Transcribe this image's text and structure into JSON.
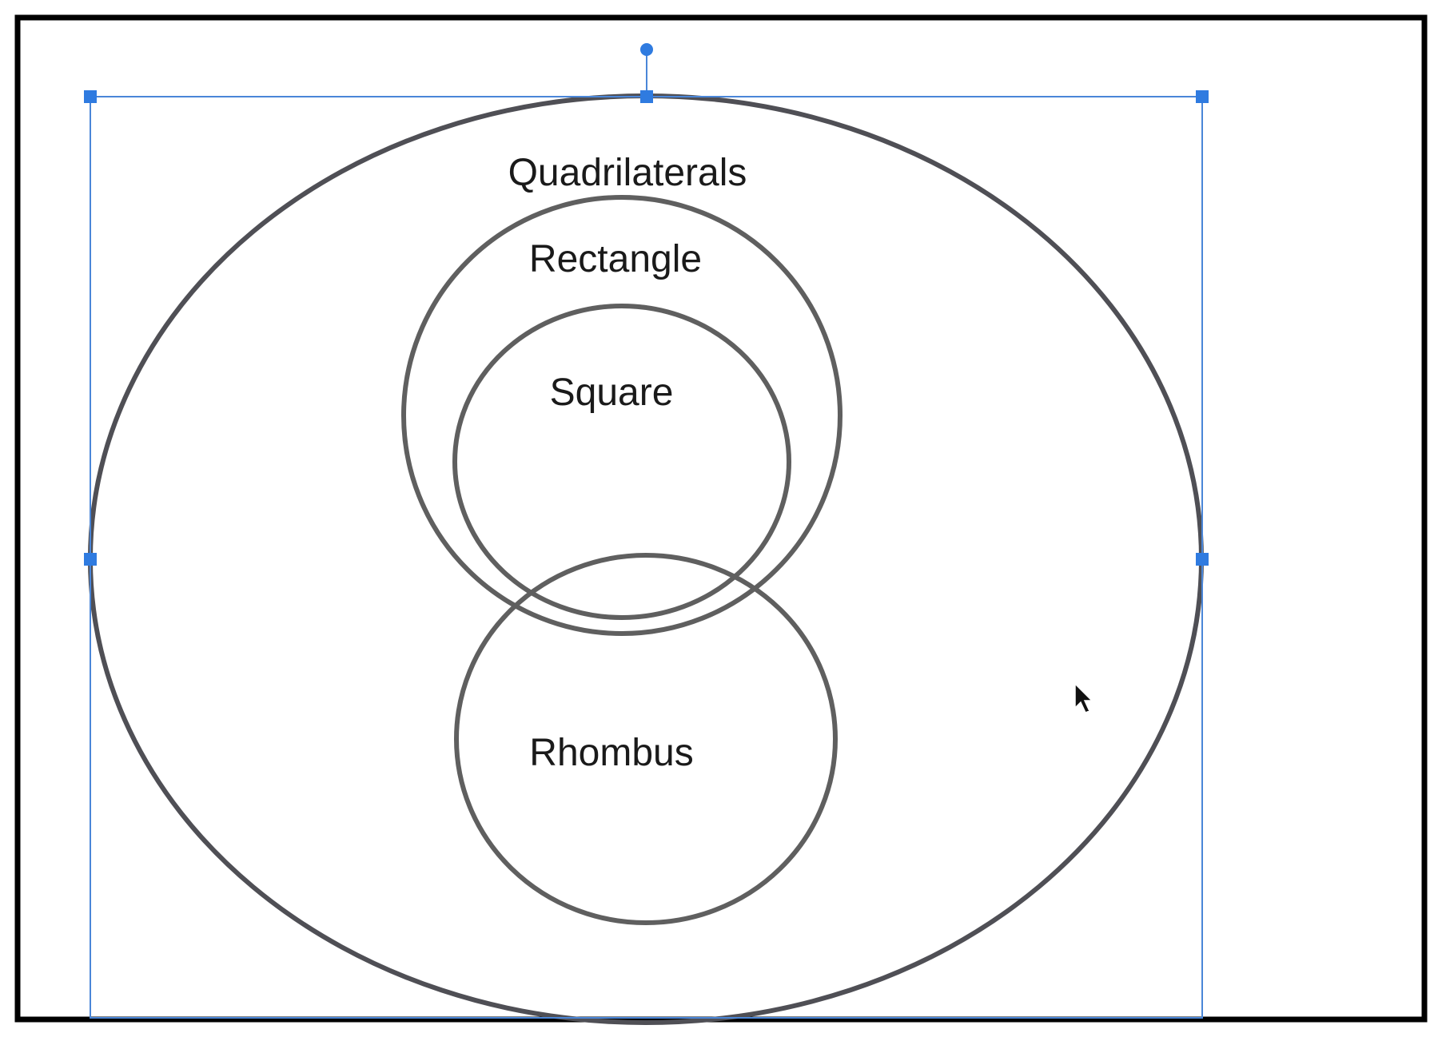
{
  "diagram": {
    "outer": {
      "label": "Quadrilaterals"
    },
    "rectangle": {
      "label": "Rectangle"
    },
    "square": {
      "label": "Square"
    },
    "rhombus": {
      "label": "Rhombus"
    }
  },
  "colors": {
    "stroke": "#5f5f5f",
    "selection": "#4a86d8",
    "handle": "#2f7be0",
    "frame": "#000000"
  },
  "icons": {
    "cursor": "mouse-pointer-icon",
    "rotate": "rotation-handle-icon",
    "resize": "resize-handle-icon"
  }
}
